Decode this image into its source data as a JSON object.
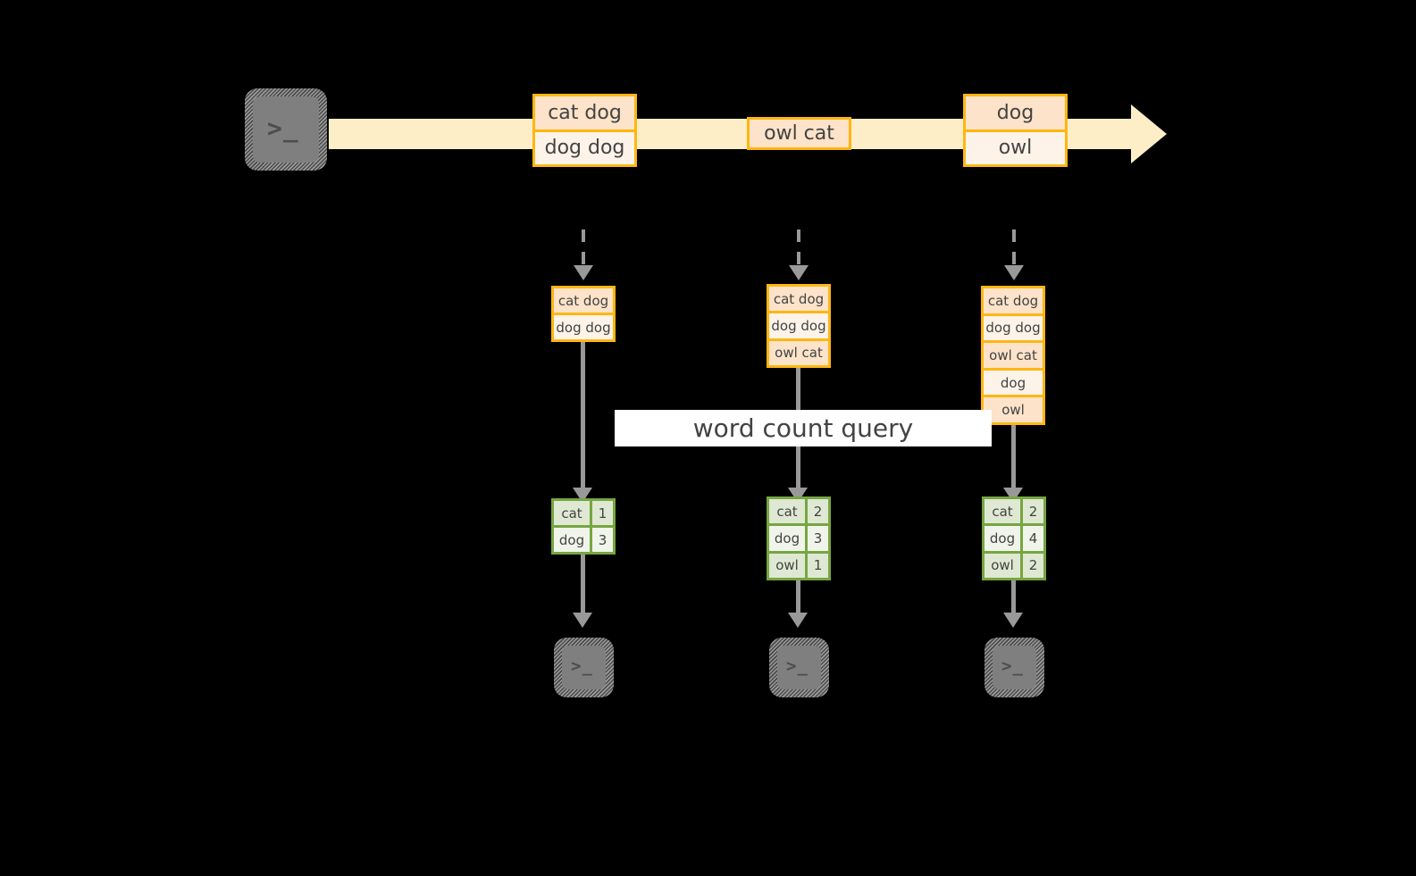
{
  "diagram": {
    "title_label": "word count query",
    "colors": {
      "background": "#000000",
      "stream": "#fdeec8",
      "message_border": "#ffb612",
      "message_fill_light": "#fdf3e8",
      "message_fill_dark": "#fce3c9",
      "result_border": "#76a641",
      "result_fill_light": "#f0f4ea",
      "result_fill_dark": "#dfe8d3",
      "connector": "#999999",
      "terminal_fill": "#7f7f7f",
      "text": "#434343",
      "label_band": "#ffffff"
    }
  },
  "producer": {
    "terminal_name": "producer-terminal",
    "prompt_glyph": ">_"
  },
  "stream": {
    "name": "event-stream-arrow",
    "messages": [
      {
        "name": "stream-message-1",
        "rows": [
          {
            "text": "cat dog",
            "shade": "dark"
          },
          {
            "text": "dog dog",
            "shade": "light"
          }
        ]
      },
      {
        "name": "stream-message-2",
        "rows": [
          {
            "text": "owl cat",
            "shade": "dark"
          }
        ]
      },
      {
        "name": "stream-message-3",
        "rows": [
          {
            "text": "dog",
            "shade": "dark"
          },
          {
            "text": "owl",
            "shade": "light"
          }
        ]
      }
    ]
  },
  "snapshots": [
    {
      "name": "snapshot-1",
      "rows": [
        {
          "text": "cat dog",
          "shade": "dark"
        },
        {
          "text": "dog dog",
          "shade": "light"
        }
      ]
    },
    {
      "name": "snapshot-2",
      "rows": [
        {
          "text": "cat dog",
          "shade": "dark"
        },
        {
          "text": "dog dog",
          "shade": "light"
        },
        {
          "text": "owl cat",
          "shade": "dark"
        }
      ]
    },
    {
      "name": "snapshot-3",
      "rows": [
        {
          "text": "cat dog",
          "shade": "dark"
        },
        {
          "text": "dog dog",
          "shade": "light"
        },
        {
          "text": "owl cat",
          "shade": "dark"
        },
        {
          "text": "dog",
          "shade": "light"
        },
        {
          "text": "owl",
          "shade": "dark"
        }
      ]
    }
  ],
  "results": [
    {
      "name": "word-count-result-1",
      "rows": [
        {
          "word": "cat",
          "count": "1",
          "shade": "dark"
        },
        {
          "word": "dog",
          "count": "3",
          "shade": "light"
        }
      ]
    },
    {
      "name": "word-count-result-2",
      "rows": [
        {
          "word": "cat",
          "count": "2",
          "shade": "dark"
        },
        {
          "word": "dog",
          "count": "3",
          "shade": "light"
        },
        {
          "word": "owl",
          "count": "1",
          "shade": "dark"
        }
      ]
    },
    {
      "name": "word-count-result-3",
      "rows": [
        {
          "word": "cat",
          "count": "2",
          "shade": "dark"
        },
        {
          "word": "dog",
          "count": "4",
          "shade": "light"
        },
        {
          "word": "owl",
          "count": "2",
          "shade": "dark"
        }
      ]
    }
  ],
  "consumers": [
    {
      "name": "consumer-terminal-1",
      "prompt_glyph": ">_"
    },
    {
      "name": "consumer-terminal-2",
      "prompt_glyph": ">_"
    },
    {
      "name": "consumer-terminal-3",
      "prompt_glyph": ">_"
    }
  ]
}
